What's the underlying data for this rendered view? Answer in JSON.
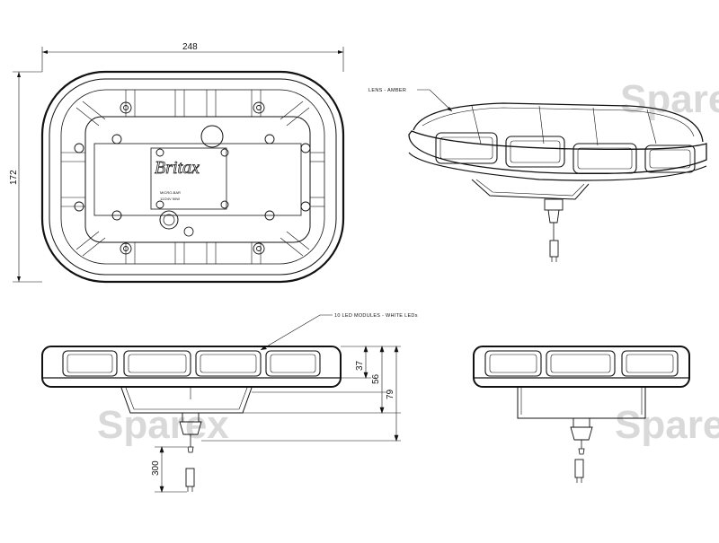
{
  "dimensions": {
    "width": "248",
    "height": "172",
    "height_lens": "37",
    "height_body": "56",
    "height_total": "79",
    "cable": "300"
  },
  "callouts": {
    "lens": "LENS - AMBER",
    "modules": "10 LED MODULES - WHITE LEDs"
  },
  "product_label": {
    "brand": "Britax",
    "model": "MICRO-BAR",
    "rating": "12/24V  50W"
  },
  "watermark": {
    "text": "Sparex"
  },
  "colors": {
    "line": "#111111",
    "watermark": "#d9d9d9"
  }
}
